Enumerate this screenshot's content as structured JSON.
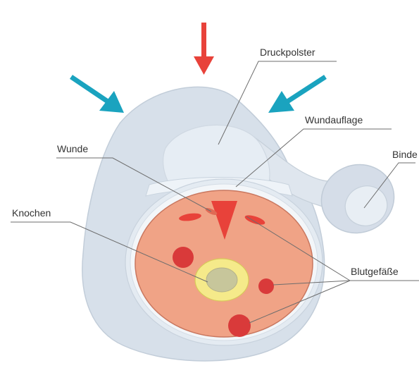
{
  "labels": {
    "pressure_pad": "Druckpolster",
    "wound_dressing": "Wundauflage",
    "bandage": "Binde",
    "wound": "Wunde",
    "bone": "Knochen",
    "blood_vessels": "Blutgefäße"
  },
  "colors": {
    "pressure_arrow": "#e8423a",
    "side_arrows": "#1aa3bf",
    "bandage": "#d7e0ea",
    "pad": "#e6edf4",
    "tissue": "#f0a386",
    "tissue_border": "#c9775f",
    "bone_ring": "#f5ea8a",
    "bone_core": "#c7c69b",
    "vessel": "#d93a3a",
    "leader_line": "#6d6d6d"
  }
}
